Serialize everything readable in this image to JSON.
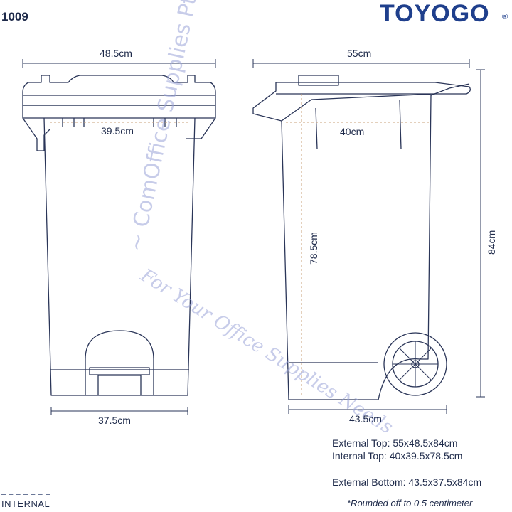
{
  "header": {
    "model": "1009",
    "brand": "TOYOGO",
    "brand_mark": "®"
  },
  "front_view": {
    "top_width": "48.5cm",
    "inner_width": "39.5cm",
    "bottom_width": "37.5cm"
  },
  "side_view": {
    "top_depth": "55cm",
    "inner_depth": "40cm",
    "inner_height": "78.5cm",
    "outer_height": "84cm",
    "bottom_depth": "43.5cm"
  },
  "specs": {
    "external_top": "External Top: 55x48.5x84cm",
    "internal_top": "Internal Top: 40x39.5x78.5cm",
    "external_bottom": "External Bottom: 43.5x37.5x84cm"
  },
  "legend": {
    "label": "INTERNAL"
  },
  "note": "*Rounded off to 0.5 centimeter",
  "watermark": {
    "upper": "~ ComOffice Supplies Pte. Ltd. ~",
    "lower": "For Your Office Supplies Needs"
  },
  "colors": {
    "line": "#2a3558",
    "brand": "#1f3f8c",
    "dash": "#c9a07a",
    "watermark": "#9aa3d8"
  }
}
